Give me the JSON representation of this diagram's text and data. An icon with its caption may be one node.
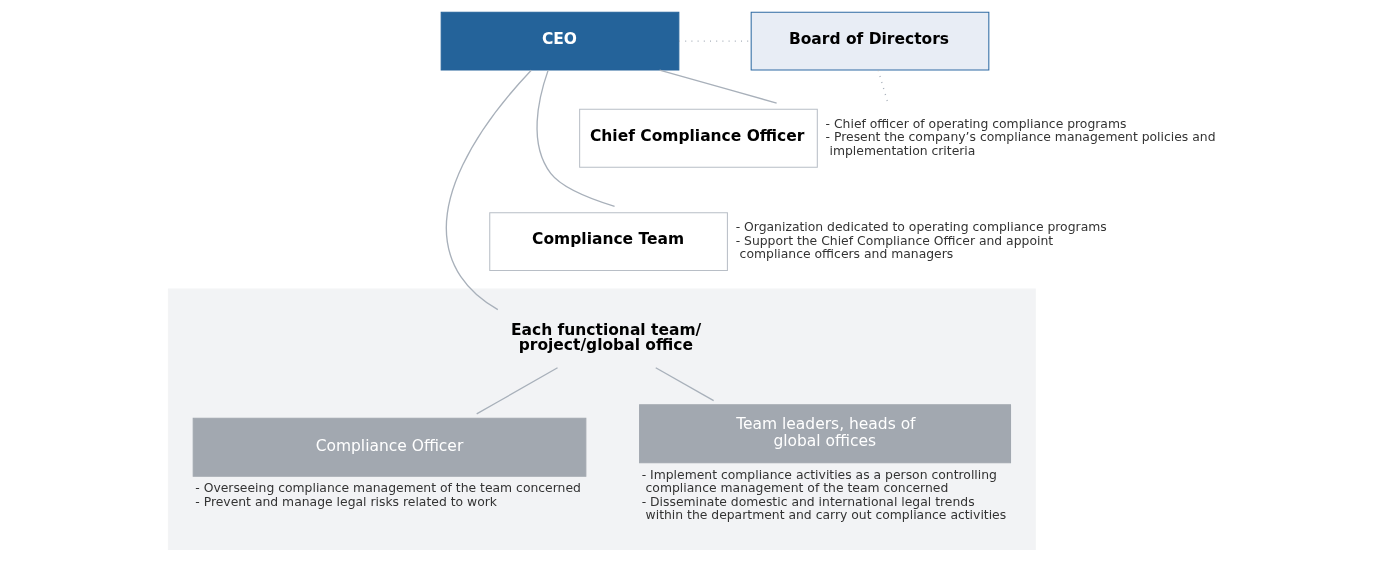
{
  "diagram": {
    "nodes": [
      {
        "text": [
          "CEO"
        ]
      },
      {
        "text": [
          "Board of Directors"
        ]
      },
      {
        "text": [
          "Chief Compliance Officer"
        ],
        "beside": [
          "- Chief officer of operating compliance programs",
          "- Present the company’s compliance management policies and implementation criteria"
        ]
      },
      {
        "text": [
          "Compliance Team"
        ],
        "beside": [
          "- Organization dedicated to operating compliance programs",
          "- Support the Chief Compliance Officer and appoint compliance officers and managers"
        ]
      },
      {
        "text": [],
        "shape": "box"
      },
      {
        "text": [
          "Each functional team/ project/global office"
        ],
        "in": 4
      },
      {
        "text": [
          "Compliance Officer"
        ],
        "in": 4,
        "beside": [
          "- Overseeing compliance management of the team concerned",
          "- Prevent and manage legal risks related to work"
        ]
      },
      {
        "text": [
          "Team leaders, heads of global offices"
        ],
        "in": 4,
        "beside": [
          "- Implement compliance activities as a person controlling compliance management of the team concerned",
          "- Disseminate domestic and international legal trends within the department and carry out compliance activities"
        ]
      }
    ],
    "edges": [
      {
        "from": 0,
        "to": 1,
        "arrow": "none",
        "style": "dashed"
      },
      {
        "from": 1,
        "to": 2,
        "arrow": "none",
        "style": "dashed"
      },
      {
        "from": 0,
        "to": 2,
        "arrow": "none"
      },
      {
        "from": 0,
        "to": 3,
        "arrow": "none"
      },
      {
        "from": 0,
        "to": 5,
        "arrow": "none"
      },
      {
        "from": 5,
        "to": 6,
        "arrow": "none"
      },
      {
        "from": 5,
        "to": 7,
        "arrow": "none"
      }
    ]
  }
}
